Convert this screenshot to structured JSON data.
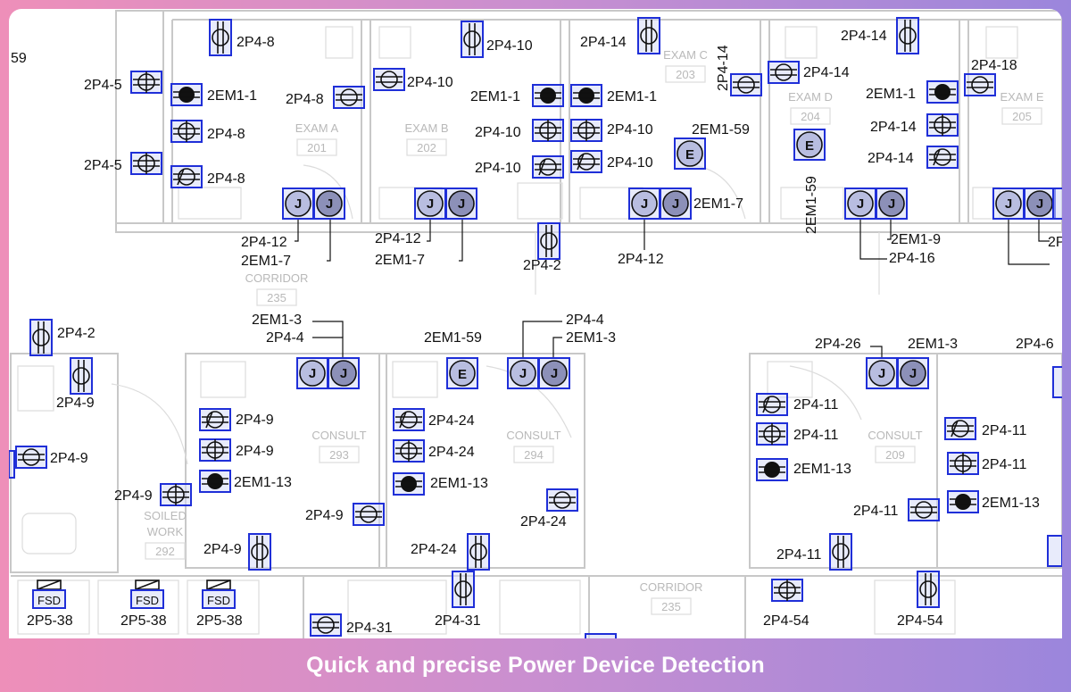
{
  "caption": "Quick and precise Power Device Detection",
  "rooms": {
    "exam_a": {
      "name": "EXAM A",
      "number": "201"
    },
    "exam_b": {
      "name": "EXAM B",
      "number": "202"
    },
    "exam_c": {
      "name": "EXAM C",
      "number": "203"
    },
    "exam_d": {
      "name": "EXAM D",
      "number": "204"
    },
    "exam_e": {
      "name": "EXAM E",
      "number": "205"
    },
    "corridor_top": {
      "name": "CORRIDOR",
      "number": "235"
    },
    "consult_293": {
      "name": "CONSULT",
      "number": "293"
    },
    "consult_294": {
      "name": "CONSULT",
      "number": "294"
    },
    "consult_209": {
      "name": "CONSULT",
      "number": "209"
    },
    "soiled": {
      "name1": "SOILED",
      "name2": "WORK",
      "number": "292"
    },
    "corridor_bottom": {
      "name": "CORRIDOR",
      "number": "235"
    }
  },
  "labels": {
    "l_59": "59",
    "a1": "2P4-8",
    "a2": "2P4-5",
    "a3": "2EM1-1",
    "a4": "2P4-8",
    "a5": "2P4-5",
    "a6": "2P4-8",
    "a7": "2P4-8",
    "a8": "2P4-10",
    "a9": "2P4-10",
    "a10": "2EM1-1",
    "a11": "2P4-10",
    "a12": "2P4-10",
    "a13": "2P4-14",
    "a14": "2EM1-1",
    "a15": "2P4-10",
    "a16": "2P4-10",
    "a17": "2P4-14",
    "a18": "2P4-14",
    "a19": "2EM1-59",
    "a20": "2P4-14",
    "a21": "2P4-18",
    "a22": "2EM1-1",
    "a23": "2P4-14",
    "a24": "2P4-14",
    "a25": "2EM1-59",
    "b1": "2P4-12",
    "b2": "2EM1-7",
    "b3": "2P4-12",
    "b4": "2EM1-7",
    "b5": "2P4-2",
    "b6": "2P4-12",
    "b7": "2EM1-7",
    "b8": "2EM1-9",
    "b9": "2P4-16",
    "b10": "2P",
    "c1": "2EM1-3",
    "c2": "2P4-4",
    "c3": "2EM1-59",
    "c4": "2P4-4",
    "c5": "2EM1-3",
    "c6": "2P4-26",
    "c7": "2EM1-3",
    "c8": "2P4-6",
    "c9": "2P4-2",
    "c10": "2P4-9",
    "d1": "2P4-9",
    "d2": "2P4-9",
    "d3": "2EM1-13",
    "d4": "2P4-9",
    "d5": "2P4-9",
    "d6": "2P4-9",
    "d7": "2P4-24",
    "d8": "2P4-24",
    "d9": "2EM1-13",
    "d10": "2P4-24",
    "d11": "2P4-24",
    "d12": "2P4-11",
    "d13": "2P4-11",
    "d14": "2EM1-13",
    "d15": "2P4-11",
    "d16": "2P4-11",
    "d17": "2EM1-13",
    "d18": "2P4-11",
    "d19": "2P4-11",
    "d20": "2P4-9",
    "e1": "2P5-38",
    "e2": "2P5-38",
    "e3": "2P5-38",
    "e4": "2P4-31",
    "e5": "2P4-31",
    "e6": "2P4-54",
    "e7": "2P4-54"
  },
  "symbols": {
    "j": "J",
    "e": "E",
    "fsd": "FSD"
  },
  "colors": {
    "detection_box": "#1f2fd8",
    "gradient_start": "#ee8fb9",
    "gradient_end": "#9b86dc"
  }
}
